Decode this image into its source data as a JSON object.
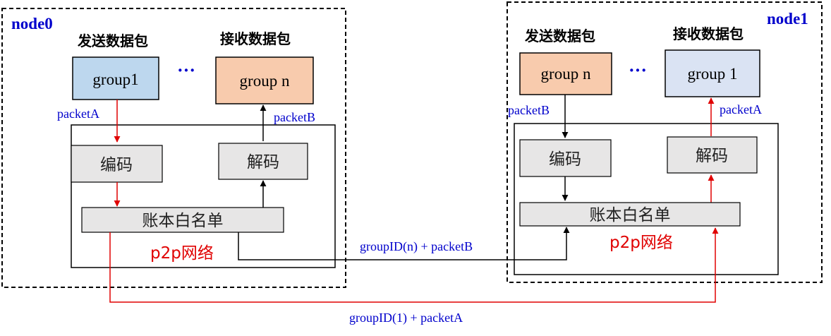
{
  "node0": {
    "label": "node0",
    "send_caption": "发送数据包",
    "recv_caption": "接收数据包",
    "send_group": "group1",
    "recv_group": "group n",
    "ellipsis": "···",
    "packet_out": "packetA",
    "packet_in": "packetB",
    "encode": "编码",
    "decode": "解码",
    "whitelist": "账本白名单",
    "network": "p2p网络"
  },
  "node1": {
    "label": "node1",
    "send_caption": "发送数据包",
    "recv_caption": "接收数据包",
    "send_group": "group n",
    "recv_group": "group 1",
    "ellipsis": "···",
    "packet_out": "packetB",
    "packet_in": "packetA",
    "encode": "编码",
    "decode": "解码",
    "whitelist": "账本白名单",
    "network": "p2p网络"
  },
  "links": {
    "black_link": "groupID(n) + packetB",
    "red_link": "groupID(1) + packetA"
  },
  "colors": {
    "blue_box": "#bdd7ee",
    "orange_box": "#f8cbad",
    "light_blue_box": "#dae3f3",
    "gray_box": "#e7e6e6",
    "red": "#e00000",
    "blue_text": "#0000cc"
  }
}
